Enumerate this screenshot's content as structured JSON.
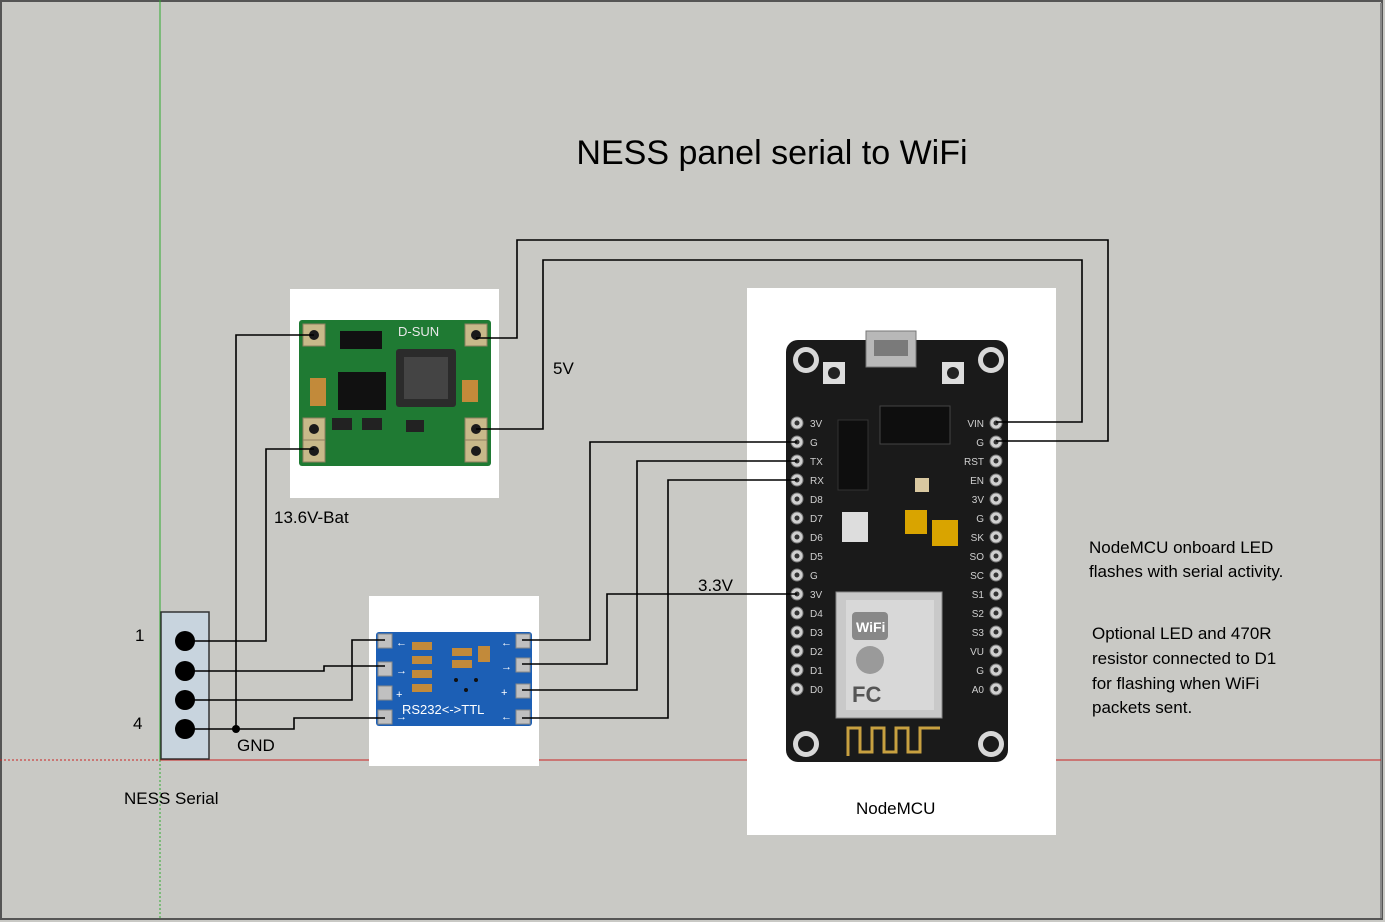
{
  "title": "NESS panel serial to WiFi",
  "labels": {
    "pin_1": "1",
    "pin_4": "4",
    "gnd": "GND",
    "bat": "13.6V-Bat",
    "v5": "5V",
    "v33": "3.3V",
    "connector": "NESS Serial",
    "nodemcu": "NodeMCU"
  },
  "notes": {
    "led_line1": "NodeMCU onboard LED",
    "led_line2": "flashes with serial activity.",
    "opt_line1": "Optional LED and 470R",
    "opt_line2": "resistor connected to D1",
    "opt_line3": "for flashing when WiFi",
    "opt_line4": "packets sent."
  },
  "boards": {
    "buck_brand": "D-SUN",
    "rs232_label": "RS232<->TTL",
    "wifi_logo": "WiFi",
    "fcc_logo": "FC",
    "nodemcu_left_pins": [
      "3V",
      "G",
      "TX",
      "RX",
      "D8",
      "D7",
      "D6",
      "D5",
      "G",
      "3V",
      "D4",
      "D3",
      "D2",
      "D1",
      "D0"
    ],
    "nodemcu_right_pins": [
      "VIN",
      "G",
      "RST",
      "EN",
      "3V",
      "G",
      "SK",
      "SO",
      "SC",
      "S1",
      "S2",
      "S3",
      "VU",
      "G",
      "A0"
    ],
    "rs232_pin_glyphs": [
      "←",
      "→",
      "+",
      "→",
      "←",
      "→",
      "+",
      "←"
    ]
  },
  "colors": {
    "background": "#c9c9c5",
    "buck_pcb": "#1f7a33",
    "rs232_pcb": "#1c5fb5",
    "nodemcu_pcb": "#1a1a1a",
    "connector": "#c8d4de",
    "axis_green": "#2faa2f",
    "axis_red": "#cc2222"
  },
  "icons": [
    "usb-port-icon",
    "wifi-logo-icon",
    "fcc-logo-icon",
    "screw-hole-icon"
  ]
}
